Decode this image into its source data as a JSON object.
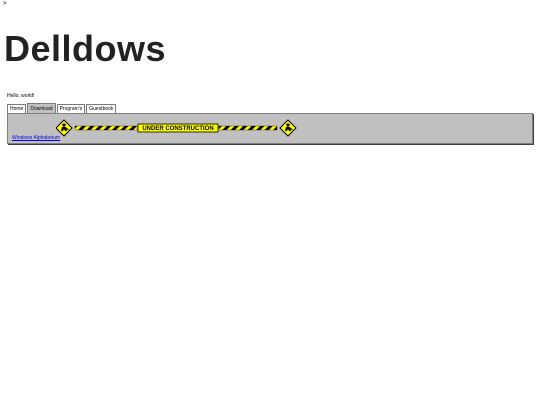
{
  "stray_mark": ">",
  "site": {
    "title": "Delldows",
    "greeting": "Hello, world!"
  },
  "tabs": [
    {
      "label": "Home",
      "active": false
    },
    {
      "label": "Download",
      "active": true
    },
    {
      "label": "Program's",
      "active": false
    },
    {
      "label": "Guestbook",
      "active": false
    }
  ],
  "panel": {
    "link_label": "Windows Alphabetum",
    "banner_text": "UNDER CONSTRUCTION",
    "banner_icon": "construction-worker-icon"
  },
  "colors": {
    "panel_bg": "#c0c0c0",
    "banner_yellow": "#ffff00",
    "link_blue": "#0000ee"
  }
}
